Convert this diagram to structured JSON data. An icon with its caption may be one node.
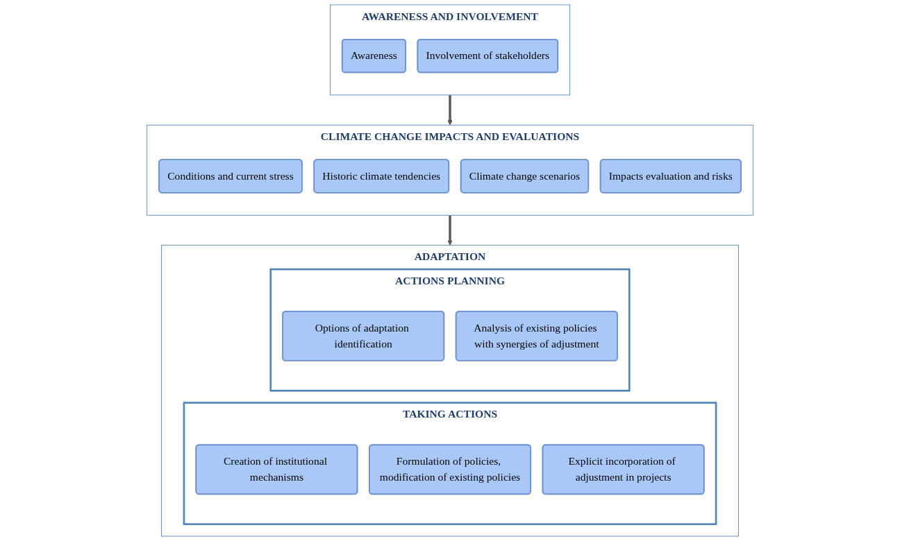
{
  "diagram": {
    "nodes": [
      {
        "text": [
          "AWARENESS AND INVOLVEMENT"
        ]
      },
      {
        "text": [
          "Awareness"
        ],
        "in": 0
      },
      {
        "text": [
          "Involvement of stakeholders"
        ],
        "in": 0
      },
      {
        "text": [
          "CLIMATE CHANGE IMPACTS AND EVALUATIONS"
        ]
      },
      {
        "text": [
          "Conditions and current stress"
        ],
        "in": 3
      },
      {
        "text": [
          "Historic climate tendencies"
        ],
        "in": 3
      },
      {
        "text": [
          "Climate change scenarios"
        ],
        "in": 3
      },
      {
        "text": [
          "Impacts evaluation and risks"
        ],
        "in": 3
      },
      {
        "text": [
          "ADAPTATION"
        ]
      },
      {
        "text": [
          "ACTIONS PLANNING"
        ],
        "in": 8
      },
      {
        "text": [
          "Options of adaptation identification"
        ],
        "in": 9
      },
      {
        "text": [
          "Analysis of existing policies with synergies of adjustment"
        ],
        "in": 9
      },
      {
        "text": [
          "TAKING ACTIONS"
        ],
        "in": 8
      },
      {
        "text": [
          "Creation of institutional mechanisms"
        ],
        "in": 12
      },
      {
        "text": [
          "Formulation of policies, modification of existing policies"
        ],
        "in": 12
      },
      {
        "text": [
          "Explicit incorporation of adjustment in projects"
        ],
        "in": 12
      }
    ],
    "edges": [
      {
        "from": 0,
        "to": 3,
        "arrow": "to"
      },
      {
        "from": 3,
        "to": 8,
        "arrow": "to"
      }
    ]
  }
}
